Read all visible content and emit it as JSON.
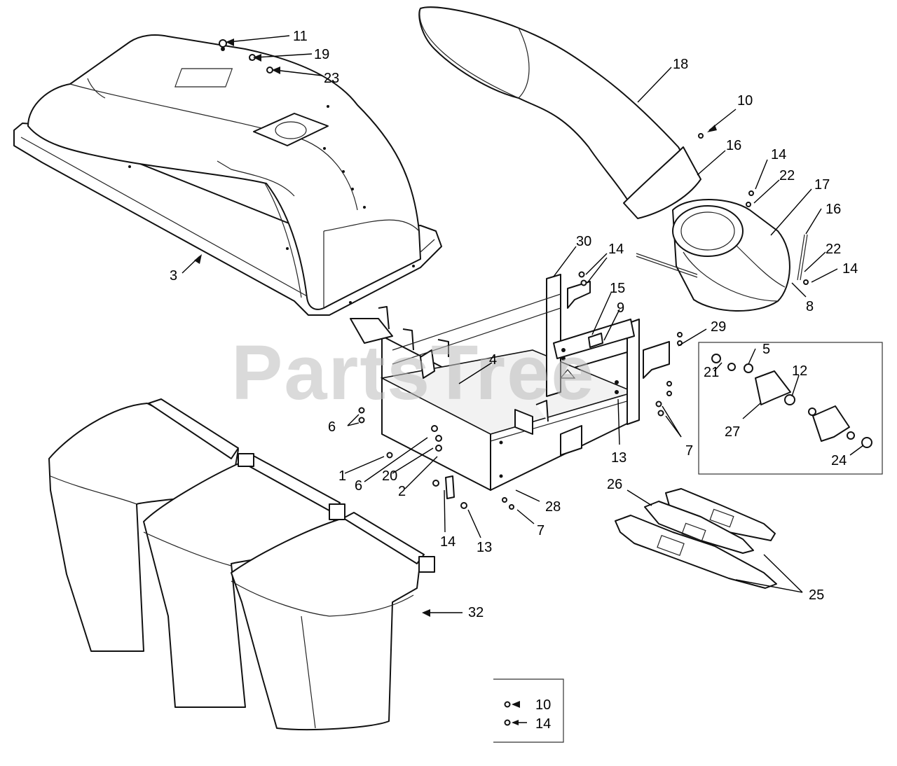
{
  "watermark": "PartsTree",
  "callouts": [
    {
      "id": "c11",
      "text": "11"
    },
    {
      "id": "c19",
      "text": "19"
    },
    {
      "id": "c23",
      "text": "23"
    },
    {
      "id": "c3",
      "text": "3"
    },
    {
      "id": "c18",
      "text": "18"
    },
    {
      "id": "c10a",
      "text": "10"
    },
    {
      "id": "c16a",
      "text": "16"
    },
    {
      "id": "c14a",
      "text": "14"
    },
    {
      "id": "c22a",
      "text": "22"
    },
    {
      "id": "c17",
      "text": "17"
    },
    {
      "id": "c16b",
      "text": "16"
    },
    {
      "id": "c22b",
      "text": "22"
    },
    {
      "id": "c14b",
      "text": "14"
    },
    {
      "id": "c8",
      "text": "8"
    },
    {
      "id": "c30",
      "text": "30"
    },
    {
      "id": "c14c",
      "text": "14"
    },
    {
      "id": "c15",
      "text": "15"
    },
    {
      "id": "c9",
      "text": "9"
    },
    {
      "id": "c29",
      "text": "29"
    },
    {
      "id": "c4",
      "text": "4"
    },
    {
      "id": "c5",
      "text": "5"
    },
    {
      "id": "c21",
      "text": "21"
    },
    {
      "id": "c12",
      "text": "12"
    },
    {
      "id": "c27",
      "text": "27"
    },
    {
      "id": "c24",
      "text": "24"
    },
    {
      "id": "c6a",
      "text": "6"
    },
    {
      "id": "c13a",
      "text": "13"
    },
    {
      "id": "c7a",
      "text": "7"
    },
    {
      "id": "c1",
      "text": "1"
    },
    {
      "id": "c6b",
      "text": "6"
    },
    {
      "id": "c20",
      "text": "20"
    },
    {
      "id": "c2",
      "text": "2"
    },
    {
      "id": "c28",
      "text": "28"
    },
    {
      "id": "c14d",
      "text": "14"
    },
    {
      "id": "c13b",
      "text": "13"
    },
    {
      "id": "c7b",
      "text": "7"
    },
    {
      "id": "c26",
      "text": "26"
    },
    {
      "id": "c25",
      "text": "25"
    },
    {
      "id": "c32",
      "text": "32"
    }
  ],
  "legend": [
    {
      "id": "l10",
      "text": "10"
    },
    {
      "id": "l14",
      "text": "14"
    }
  ]
}
